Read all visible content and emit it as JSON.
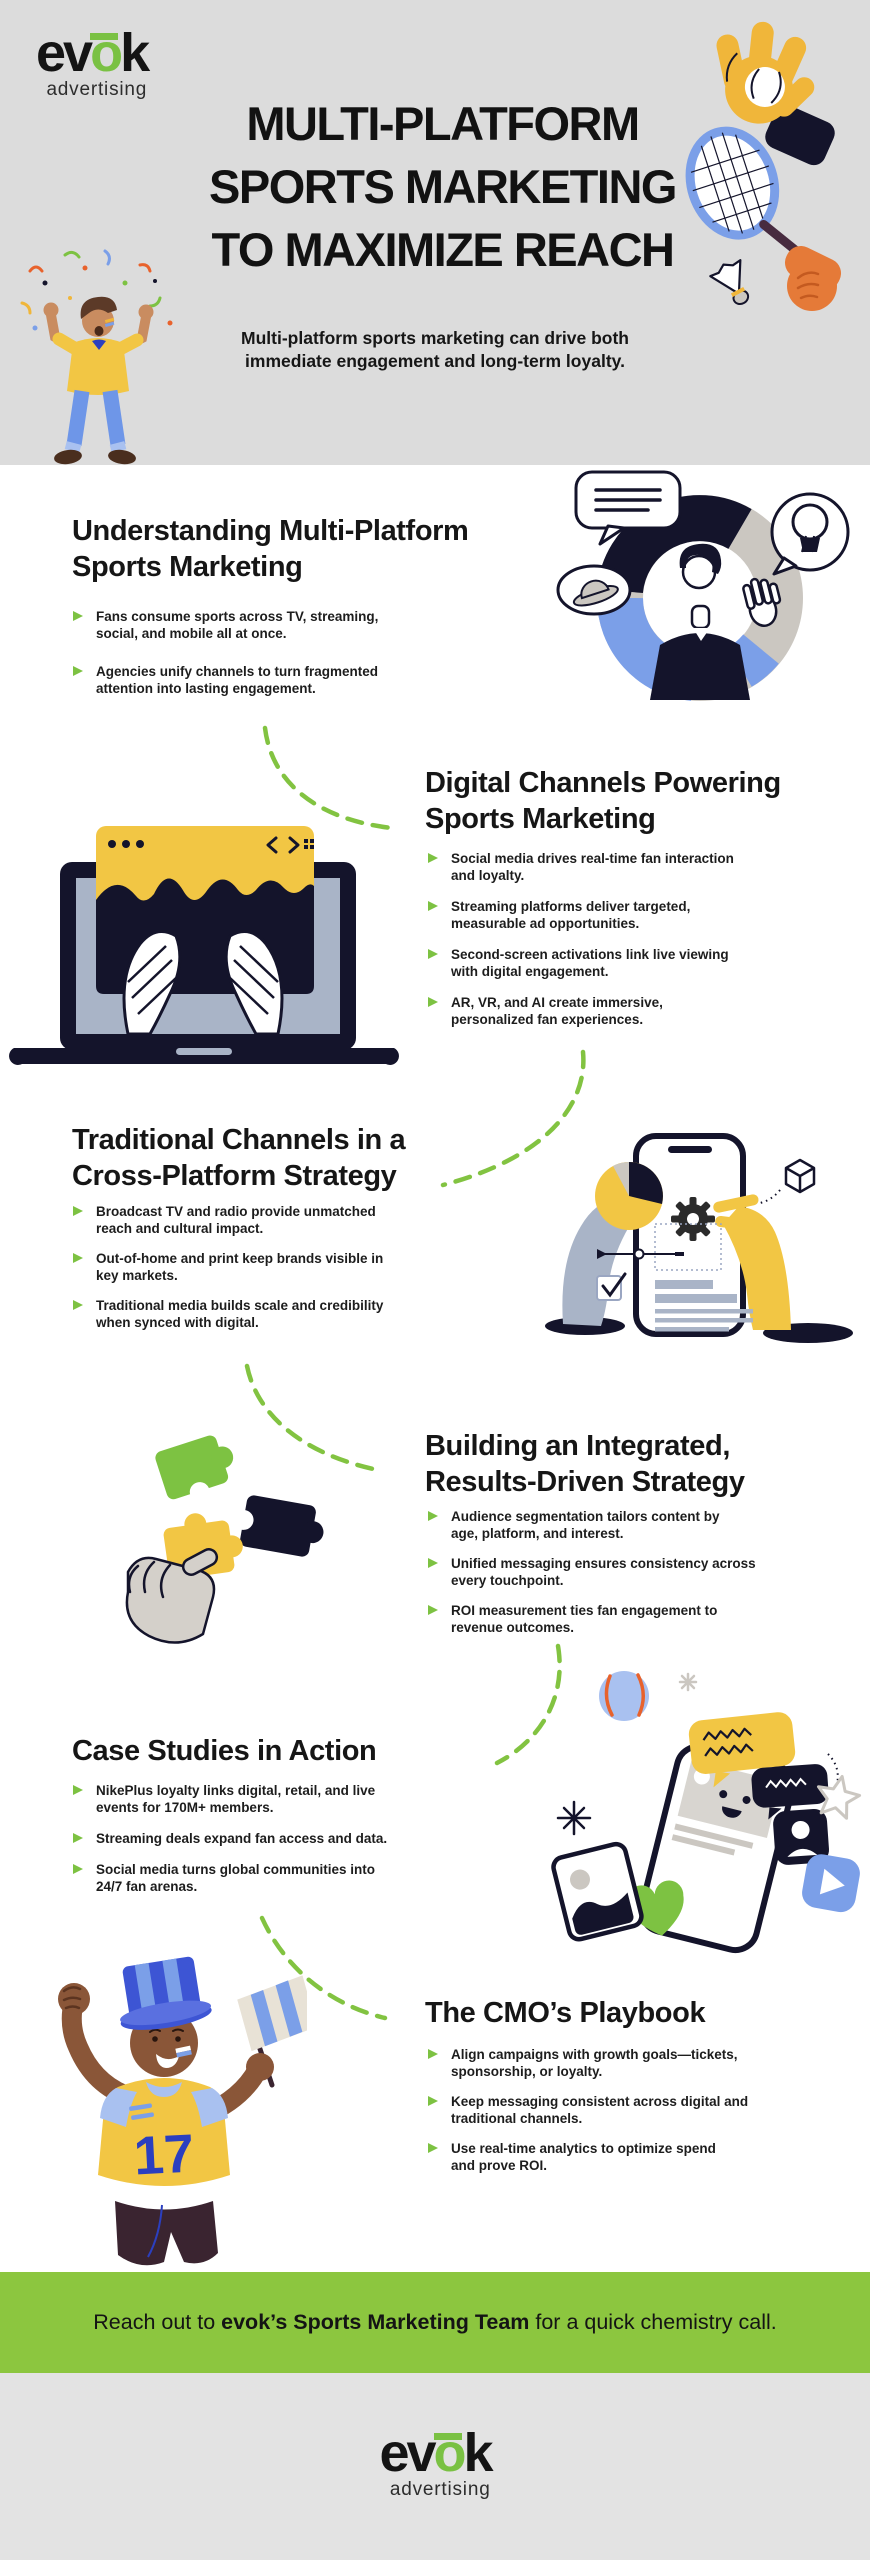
{
  "brand": {
    "name": "evok",
    "logo_prefix": "ev",
    "logo_o": "o",
    "logo_suffix": "k",
    "tagline": "advertising"
  },
  "header": {
    "title_lines": [
      "MULTI-PLATFORM",
      "SPORTS MARKETING",
      "TO MAXIMIZE REACH"
    ],
    "subtitle": "Multi-platform sports marketing can drive both\nimmediate engagement and long-term loyalty."
  },
  "sections": [
    {
      "title_lines": [
        "Understanding Multi-Platform",
        "Sports Marketing"
      ],
      "bullets": [
        "Fans consume sports across TV, streaming,\nsocial, and mobile all at once.",
        "Agencies unify channels to turn fragmented\nattention into lasting engagement."
      ]
    },
    {
      "title_lines": [
        "Digital Channels Powering",
        "Sports Marketing"
      ],
      "bullets": [
        "Social media drives real-time fan interaction\nand loyalty.",
        "Streaming platforms deliver targeted,\nmeasurable ad opportunities.",
        "Second-screen activations link live viewing\nwith digital engagement.",
        "AR, VR, and AI create immersive,\npersonalized fan experiences."
      ]
    },
    {
      "title_lines": [
        "Traditional Channels in a",
        "Cross-Platform Strategy"
      ],
      "bullets": [
        "Broadcast TV and radio provide unmatched\nreach and cultural impact.",
        "Out-of-home and print keep brands visible in\nkey markets.",
        "Traditional media builds scale and credibility\nwhen synced with digital."
      ]
    },
    {
      "title_lines": [
        "Building an Integrated,",
        "Results-Driven Strategy"
      ],
      "bullets": [
        "Audience segmentation tailors content by\nage, platform, and interest.",
        "Unified messaging ensures consistency across\nevery touchpoint.",
        "ROI measurement ties fan engagement to\nrevenue outcomes."
      ]
    },
    {
      "title_lines": [
        "Case Studies in Action"
      ],
      "bullets": [
        "NikePlus loyalty links digital, retail, and live\nevents for 170M+ members.",
        "Streaming deals expand fan access and data.",
        "Social media turns global communities into\n24/7 fan arenas."
      ]
    },
    {
      "title_lines": [
        "The CMO’s Playbook"
      ],
      "bullets": [
        "Align campaigns with growth goals—tickets,\nsponsorship, or loyalty.",
        "Keep messaging consistent across digital and\ntraditional channels.",
        "Use real-time analytics to optimize spend\nand prove ROI."
      ]
    }
  ],
  "footer": {
    "cta_prefix": "Reach out to ",
    "cta_emphasis": "evok’s Sports Marketing Team",
    "cta_suffix": " for a quick chemistry call."
  },
  "illustrations": {
    "jersey_number": "17",
    "header_left": "celebrating-man-with-confetti",
    "header_right": "baseball-glove-tennis-racket-shuttlecock",
    "section_1": "person-in-donut-chart-with-idea-bubbles",
    "section_2": "laptop-hands-holding-browser-window",
    "section_3": "phone-with-hands-pie-chart-and-gear",
    "section_4": "hand-tossing-puzzle-pieces",
    "section_5": "social-media-phone-with-reactions",
    "section_6": "sports-fan-with-flag-and-jersey-17",
    "connectors": "green-dashed-curves"
  },
  "colors": {
    "header_gray": "#dcdcdc",
    "footer_green": "#8cc63f",
    "accent_green": "#7dc242",
    "logo_green": "#7ac143",
    "ink": "#161616",
    "navy": "#14142b",
    "yellow": "#f2c644",
    "blue": "#7b9fe8",
    "gray_blue": "#a9b4c7"
  }
}
